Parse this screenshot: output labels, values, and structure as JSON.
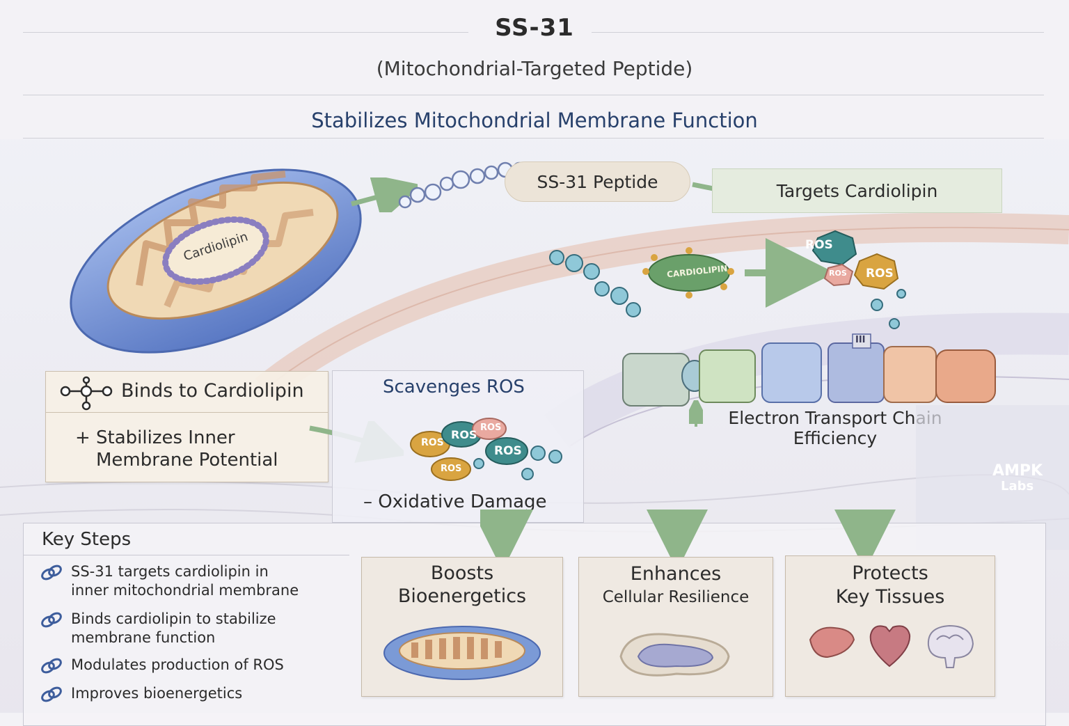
{
  "header": {
    "title": "SS-31",
    "subtitle": "(Mitochondrial-Targeted Peptide)",
    "heading": "Stabilizes Mitochondrial Membrane Function"
  },
  "flow": {
    "peptide_label": "SS-31 Peptide",
    "target_label": "Targets Cardiolipin",
    "mito_label": "Cardiolipin",
    "cardiolipin_cluster": "CARDIOLIPIN",
    "ros_labels": [
      "ROS",
      "ROS",
      "ROS"
    ]
  },
  "binds_panel": {
    "title": "Binds to Cardiolipin",
    "line1": "+ Stabilizes Inner",
    "line2": "Membrane Potential"
  },
  "scavenge_panel": {
    "title": "Scavenges ROS",
    "ros_labels": [
      "ROS",
      "ROS",
      "ROS",
      "ROS",
      "ROS"
    ],
    "footer": "– Oxidative Damage"
  },
  "etc": {
    "line1": "Electron Transport Chain",
    "line2": "Efficiency",
    "complex_label": "III"
  },
  "key_steps": {
    "title": "Key Steps",
    "items": [
      {
        "line1": "SS-31 targets cardiolipin in",
        "line2": "inner mitochondrial membrane"
      },
      {
        "line1": "Binds cardiolipin to stabilize",
        "line2": "membrane function"
      },
      {
        "line1": "Modulates production of ROS",
        "line2": ""
      },
      {
        "line1": "Improves bioenergetics",
        "line2": ""
      }
    ]
  },
  "outcomes": [
    {
      "line1": "Boosts",
      "line2": "Bioenergetics"
    },
    {
      "line1": "Enhances",
      "line2": "Cellular Resilience"
    },
    {
      "line1": "Protects",
      "line2": "Key Tissues"
    }
  ],
  "watermark": {
    "line1": "AMPK",
    "line2": "Labs"
  },
  "colors": {
    "heading_navy": "#27406b",
    "arrow_green": "#8fb58a",
    "mito_blue": "#7b9ad6",
    "ros_teal": "#3f8c8c",
    "ros_orange": "#d9a441"
  }
}
